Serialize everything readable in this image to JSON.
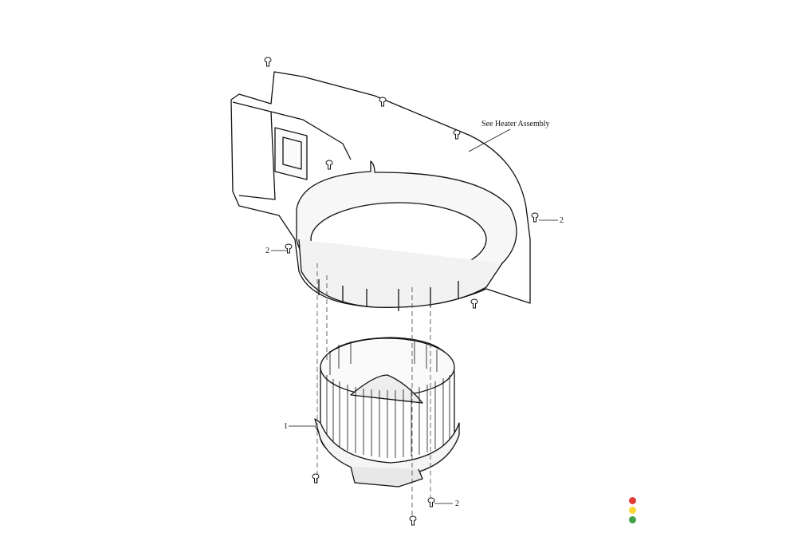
{
  "diagram": {
    "callouts": {
      "heater_ref": "See Heater Assembly",
      "screw_right": "2",
      "screw_left": "2",
      "blower_motor": "1",
      "screw_bottom": "2"
    }
  },
  "status_dots": [
    {
      "name": "red",
      "color": "#e53935"
    },
    {
      "name": "yellow",
      "color": "#fdd835"
    },
    {
      "name": "green",
      "color": "#43a047"
    }
  ]
}
